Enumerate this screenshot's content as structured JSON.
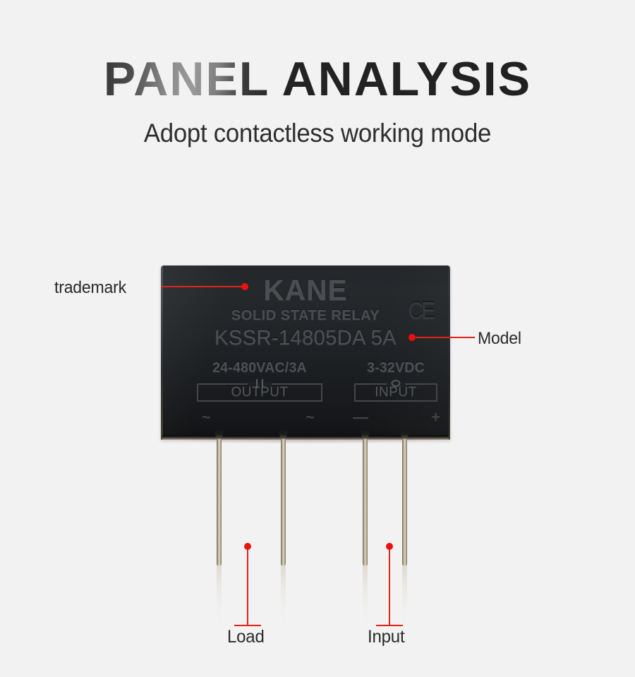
{
  "header": {
    "title": "PANEL ANALYSIS",
    "subtitle": "Adopt contactless working mode"
  },
  "colors": {
    "background": "#f2f2f2",
    "annotation_red": "#e2231a",
    "annotation_dot": "#e8120e",
    "body_dark": "#1f2225",
    "silkscreen": "#4c5055",
    "pin_gold": "#cfc4a9",
    "title_gradient_dark": "#232323",
    "title_gradient_light": "#9a9a9a"
  },
  "product": {
    "brand": "KANE",
    "type_line": "SOLID STATE RELAY",
    "model": "KSSR-14805DA 5A",
    "certification": "CE",
    "output": {
      "rating": "24-480VAC/3A",
      "box_label": "OUTPUT",
      "symbol": "capacitor-symbol",
      "terminal_left": "~",
      "terminal_right": "~"
    },
    "input": {
      "rating": "3-32VDC",
      "box_label": "INPUT",
      "symbol": "led-symbol",
      "terminal_left": "—",
      "terminal_right": "+"
    },
    "pins": [
      {
        "name": "output-pin-1"
      },
      {
        "name": "output-pin-2"
      },
      {
        "name": "input-pin-1"
      },
      {
        "name": "input-pin-2"
      }
    ]
  },
  "annotations": [
    {
      "id": "trademark",
      "label": "trademark",
      "points_to": "KANE logo"
    },
    {
      "id": "model",
      "label": "Model",
      "points_to": "KSSR-14805DA 5A"
    },
    {
      "id": "load",
      "label": "Load",
      "points_to": "output pins"
    },
    {
      "id": "input",
      "label": "Input",
      "points_to": "input pins"
    }
  ]
}
